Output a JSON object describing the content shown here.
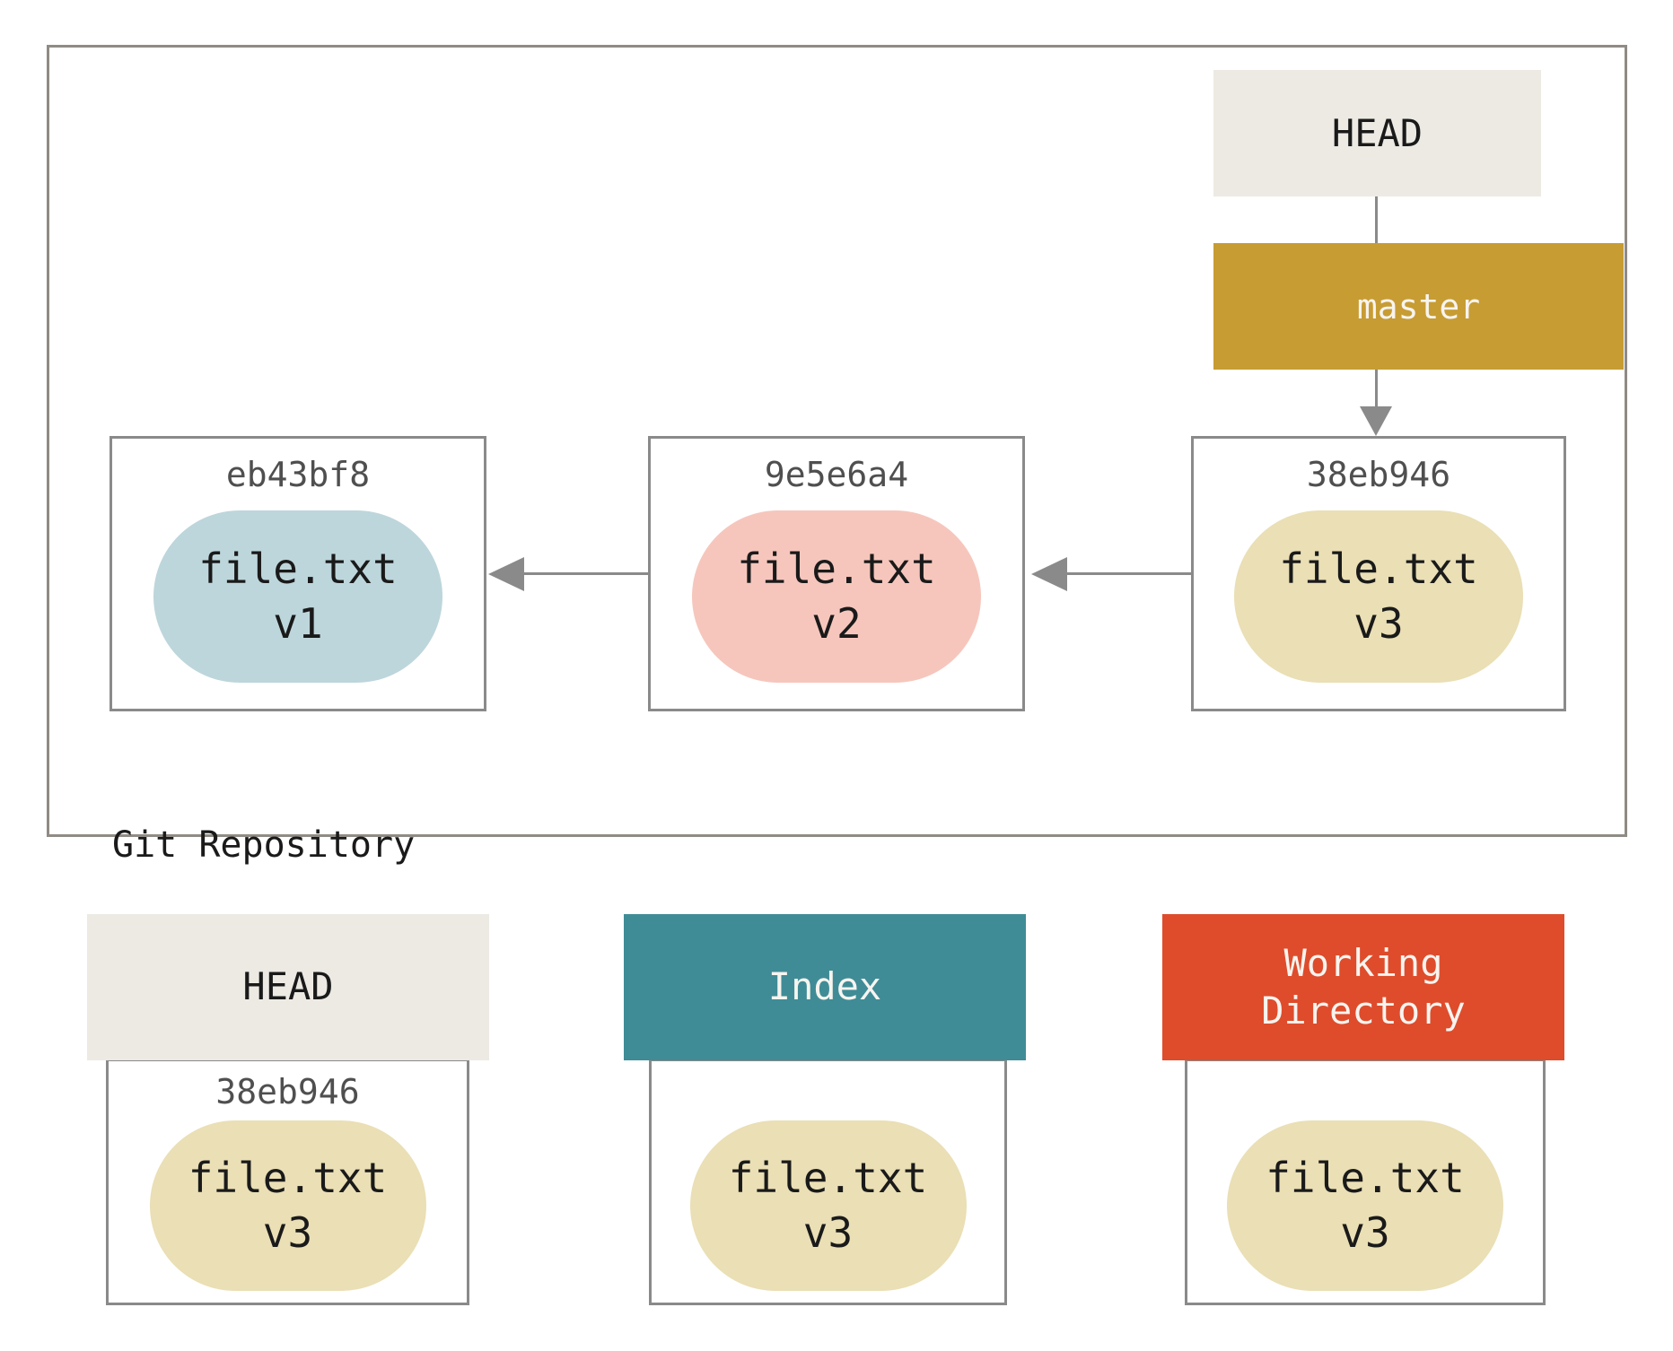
{
  "colors": {
    "page-bg": "#ffffff",
    "border": "#8a8a8a",
    "outer-border": "#8f8b85",
    "arrow": "#8a8a8a",
    "head-bg": "#eceae3",
    "master-bg": "#c79c33",
    "index-bg": "#3f8c96",
    "workdir-bg": "#de4c2c",
    "light-text": "#f7f4ef",
    "dark-text": "#1a1a1a",
    "hash-text": "#4f4f4f",
    "pill-blue": "#bdd6db",
    "pill-pink": "#f6c6bc",
    "pill-tan": "#eadfb5"
  },
  "repository": {
    "label": "Git Repository",
    "head": {
      "label": "HEAD"
    },
    "branch": {
      "label": "master"
    },
    "commits": [
      {
        "hash": "eb43bf8",
        "file": "file.txt",
        "version": "v1"
      },
      {
        "hash": "9e5e6a4",
        "file": "file.txt",
        "version": "v2"
      },
      {
        "hash": "38eb946",
        "file": "file.txt",
        "version": "v3"
      }
    ]
  },
  "areas": {
    "head": {
      "label": "HEAD",
      "hash": "38eb946",
      "file": "file.txt",
      "version": "v3"
    },
    "index": {
      "label": "Index",
      "file": "file.txt",
      "version": "v3"
    },
    "workdir": {
      "label": "Working Directory",
      "file": "file.txt",
      "version": "v3"
    }
  }
}
